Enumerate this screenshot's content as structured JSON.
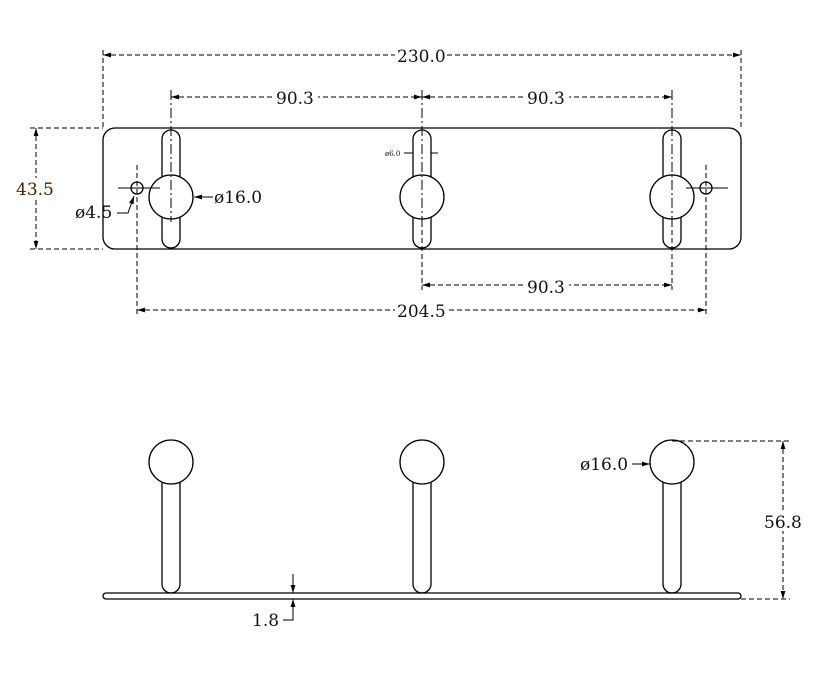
{
  "front_view": {
    "overall_length": "230.0",
    "hook_spacing_left": "90.3",
    "hook_spacing_right": "90.3",
    "hook_spacing_lower": "90.3",
    "mount_hole_spacing": "204.5",
    "plate_height": "43.5",
    "mount_hole_diameter": "ø4.5",
    "ball_diameter": "ø16.0",
    "stem_diameter": "ø6.0"
  },
  "side_view": {
    "ball_diameter": "ø16.0",
    "hook_height": "56.8",
    "plate_thickness": "1.8"
  }
}
